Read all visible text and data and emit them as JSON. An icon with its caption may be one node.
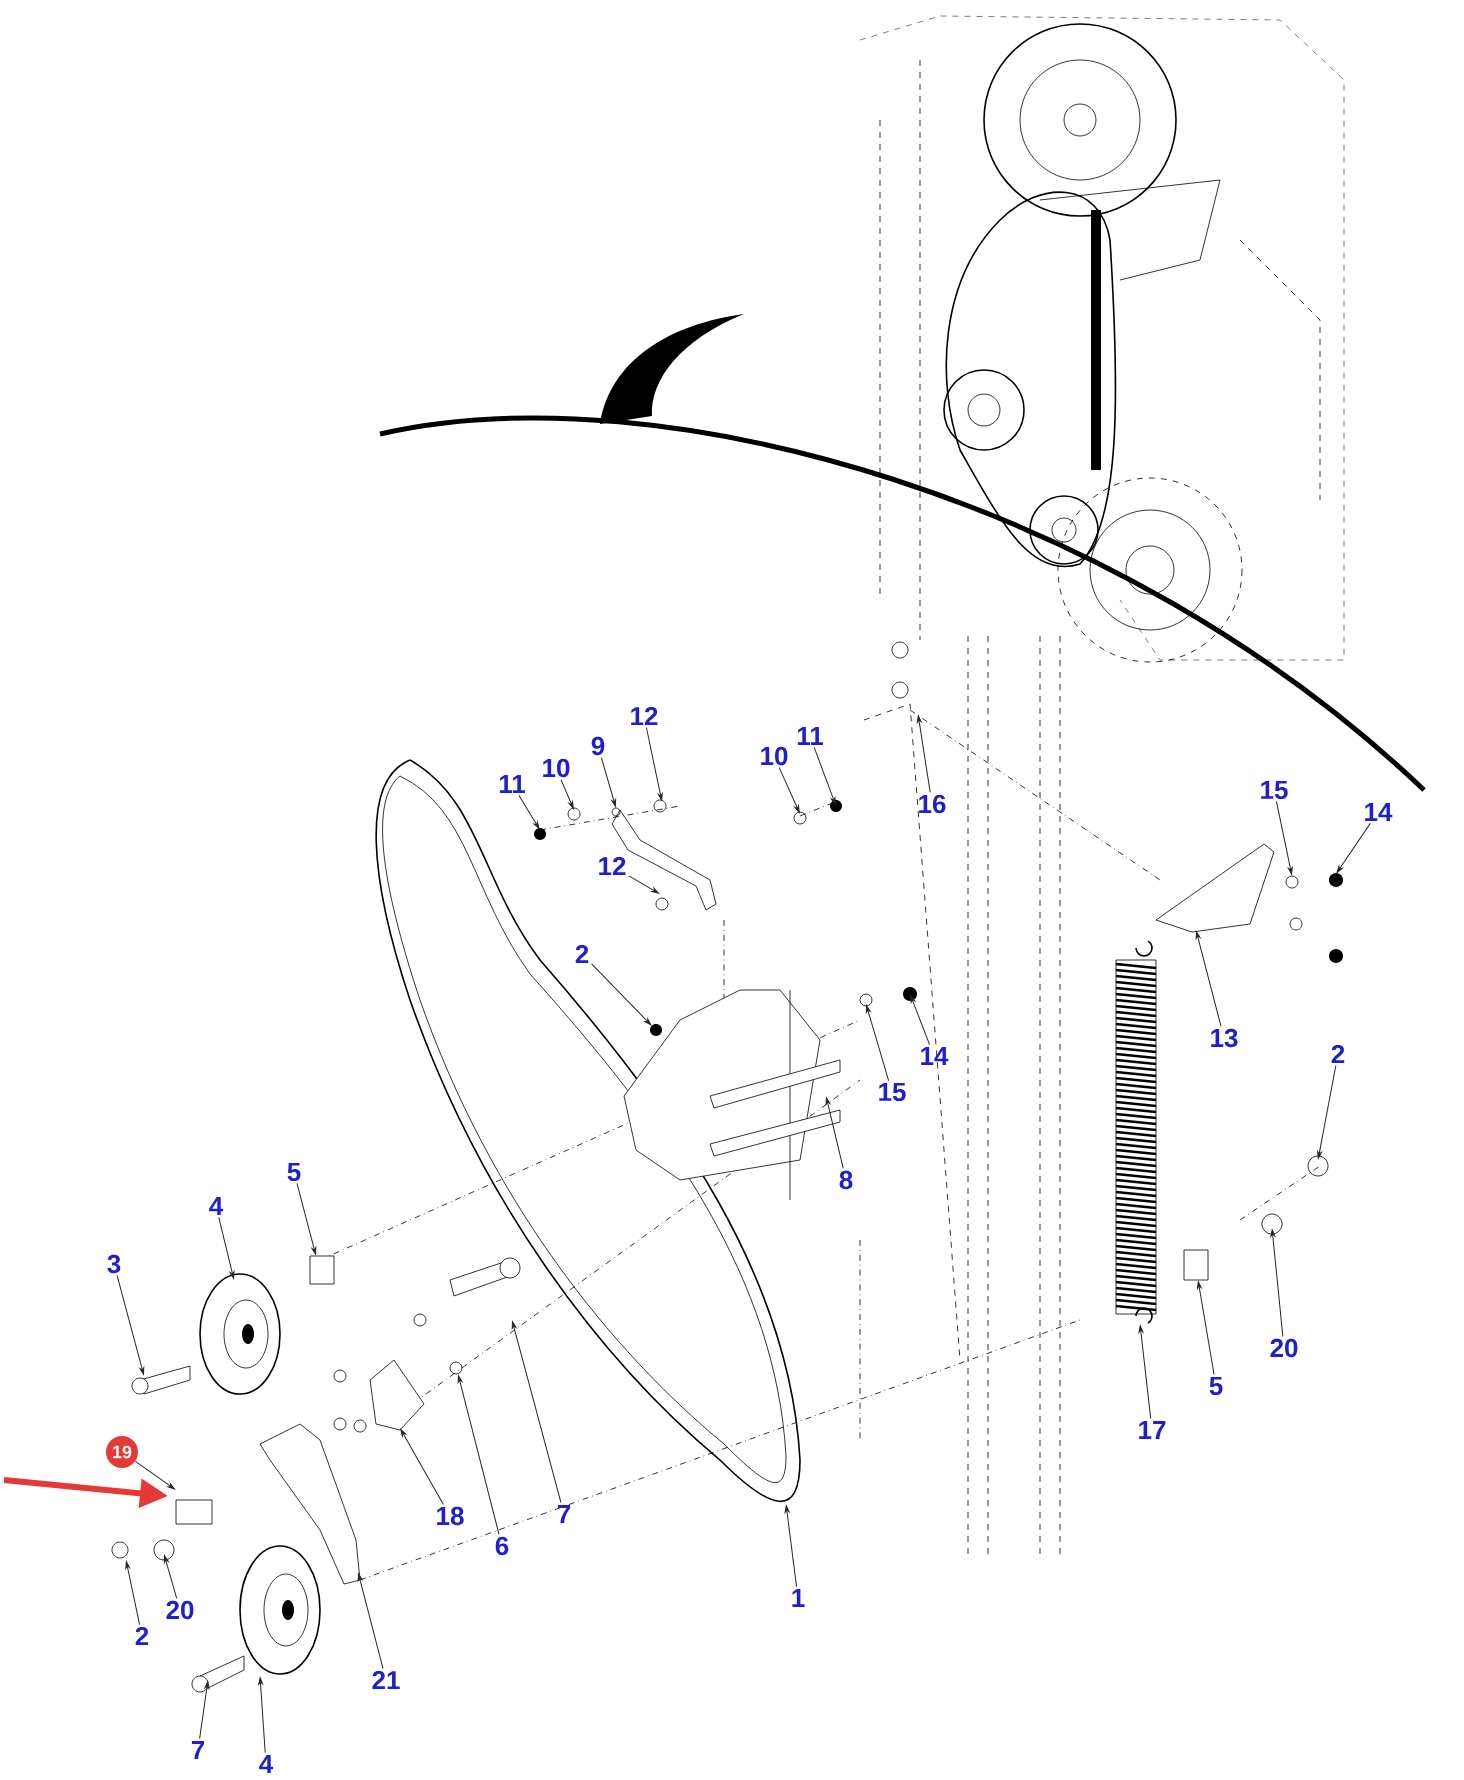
{
  "diagram": {
    "nodes": [
      {
        "text": [
          "12"
        ]
      },
      {
        "text": [
          "11"
        ]
      },
      {
        "text": [
          "9"
        ]
      },
      {
        "text": [
          "10"
        ]
      },
      {
        "text": [
          "10"
        ]
      },
      {
        "text": [
          "11"
        ]
      },
      {
        "text": [
          "15"
        ]
      },
      {
        "text": [
          "16"
        ]
      },
      {
        "text": [
          "14"
        ]
      },
      {
        "text": [
          "12"
        ]
      },
      {
        "text": [
          "2"
        ]
      },
      {
        "text": [
          "13"
        ]
      },
      {
        "text": [
          "2"
        ]
      },
      {
        "text": [
          "14"
        ]
      },
      {
        "text": [
          "15"
        ]
      },
      {
        "text": [
          "5"
        ]
      },
      {
        "text": [
          "8"
        ]
      },
      {
        "text": [
          "4"
        ]
      },
      {
        "text": [
          "3"
        ]
      },
      {
        "text": [
          "20"
        ]
      },
      {
        "text": [
          "5"
        ]
      },
      {
        "text": [
          "17"
        ]
      },
      {
        "text": [
          "19"
        ]
      },
      {
        "text": [
          "7"
        ]
      },
      {
        "text": [
          "18"
        ]
      },
      {
        "text": [
          "6"
        ]
      },
      {
        "text": [
          "1"
        ]
      },
      {
        "text": [
          "20"
        ]
      },
      {
        "text": [
          "2"
        ]
      },
      {
        "text": [
          "21"
        ]
      },
      {
        "text": [
          "7"
        ]
      },
      {
        "text": [
          "4"
        ]
      }
    ],
    "edges": [
      {
        "from": 0,
        "to": null,
        "arrow": "to"
      },
      {
        "from": 1,
        "to": null,
        "arrow": "to"
      },
      {
        "from": 2,
        "to": null,
        "arrow": "to"
      },
      {
        "from": 3,
        "to": null,
        "arrow": "to"
      },
      {
        "from": 4,
        "to": null,
        "arrow": "to"
      },
      {
        "from": 5,
        "to": null,
        "arrow": "to"
      },
      {
        "from": 6,
        "to": null,
        "arrow": "to"
      },
      {
        "from": 7,
        "to": null,
        "arrow": "to"
      },
      {
        "from": 8,
        "to": null,
        "arrow": "to"
      },
      {
        "from": 9,
        "to": null,
        "arrow": "to"
      },
      {
        "from": 10,
        "to": null,
        "arrow": "to"
      },
      {
        "from": 11,
        "to": null,
        "arrow": "to"
      },
      {
        "from": 12,
        "to": null,
        "arrow": "to"
      },
      {
        "from": 13,
        "to": null,
        "arrow": "to"
      },
      {
        "from": 14,
        "to": null,
        "arrow": "to"
      },
      {
        "from": 15,
        "to": null,
        "arrow": "to"
      },
      {
        "from": 16,
        "to": null,
        "arrow": "to"
      },
      {
        "from": 17,
        "to": null,
        "arrow": "to"
      },
      {
        "from": 18,
        "to": null,
        "arrow": "to"
      },
      {
        "from": 19,
        "to": null,
        "arrow": "to"
      },
      {
        "from": 20,
        "to": null,
        "arrow": "to"
      },
      {
        "from": 21,
        "to": null,
        "arrow": "to"
      },
      {
        "from": 22,
        "to": null,
        "arrow": "to"
      },
      {
        "from": 23,
        "to": null,
        "arrow": "to"
      },
      {
        "from": 24,
        "to": null,
        "arrow": "to"
      },
      {
        "from": 25,
        "to": null,
        "arrow": "to"
      },
      {
        "from": 26,
        "to": null,
        "arrow": "to"
      },
      {
        "from": 27,
        "to": null,
        "arrow": "to"
      },
      {
        "from": 28,
        "to": null,
        "arrow": "to"
      },
      {
        "from": 29,
        "to": null,
        "arrow": "to"
      },
      {
        "from": 30,
        "to": null,
        "arrow": "to"
      },
      {
        "from": 31,
        "to": null,
        "arrow": "to"
      }
    ]
  }
}
